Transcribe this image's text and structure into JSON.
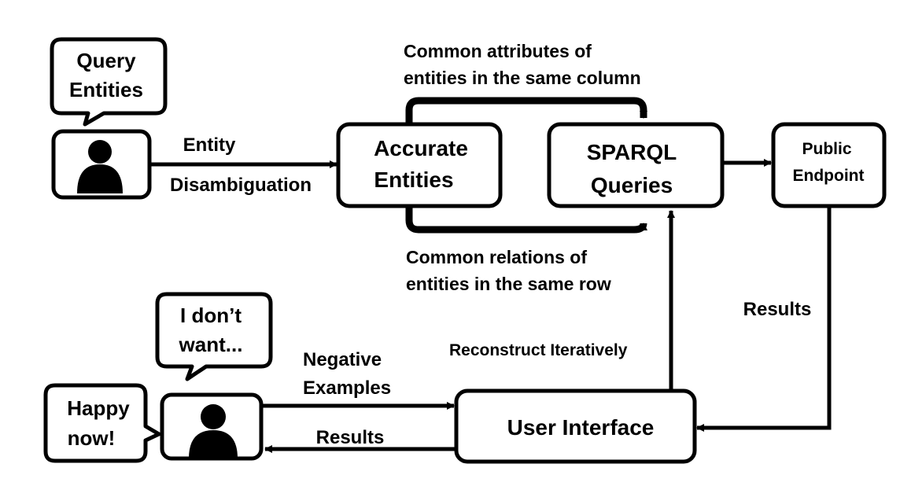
{
  "bubbles": {
    "query": [
      "Query",
      "Entities"
    ],
    "dont_want": [
      "I don’t",
      "want..."
    ],
    "happy": [
      "Happy",
      "now!"
    ]
  },
  "boxes": {
    "accurate": [
      "Accurate",
      "Entities"
    ],
    "sparql": [
      "SPARQL",
      "Queries"
    ],
    "endpoint": [
      "Public",
      "Endpoint"
    ],
    "ui": "User Interface"
  },
  "labels": {
    "entity_disambiguation": [
      "Entity",
      "Disambiguation"
    ],
    "common_attributes": [
      "Common attributes of",
      "entities in the same column"
    ],
    "common_relations": [
      "Common relations of",
      "entities in the same row"
    ],
    "results_right": "Results",
    "reconstruct": "Reconstruct  Iteratively",
    "negative_examples": [
      "Negative",
      "Examples"
    ],
    "results_bottom": "Results"
  },
  "icons": [
    "user-icon",
    "speech-bubble-icon",
    "arrow-icon"
  ],
  "colors": {
    "stroke": "#000000",
    "background": "#ffffff"
  }
}
